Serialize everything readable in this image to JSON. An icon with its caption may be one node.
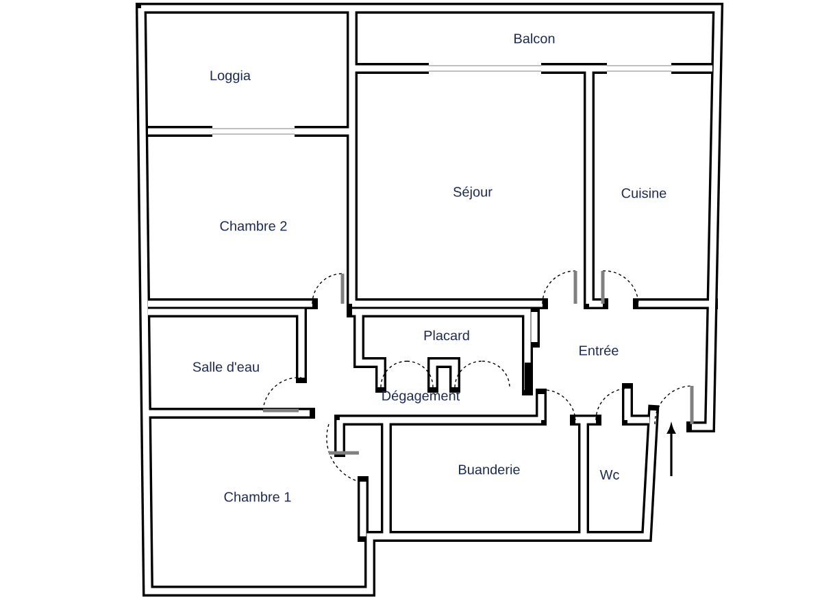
{
  "diagram": {
    "nodes": [
      {
        "text": [
          "Balcon"
        ]
      },
      {
        "text": [
          "Loggia"
        ]
      },
      {
        "text": [
          "Séjour"
        ]
      },
      {
        "text": [
          "Cuisine"
        ]
      },
      {
        "text": [
          "Chambre 2"
        ]
      },
      {
        "text": [
          "Placard"
        ]
      },
      {
        "text": [
          "Entrée"
        ]
      },
      {
        "text": [
          "Salle d'eau"
        ]
      },
      {
        "text": [
          "Dégagement"
        ]
      },
      {
        "text": [
          "Buanderie"
        ]
      },
      {
        "text": [
          "Wc"
        ]
      },
      {
        "text": [
          "Chambre 1"
        ]
      }
    ]
  }
}
